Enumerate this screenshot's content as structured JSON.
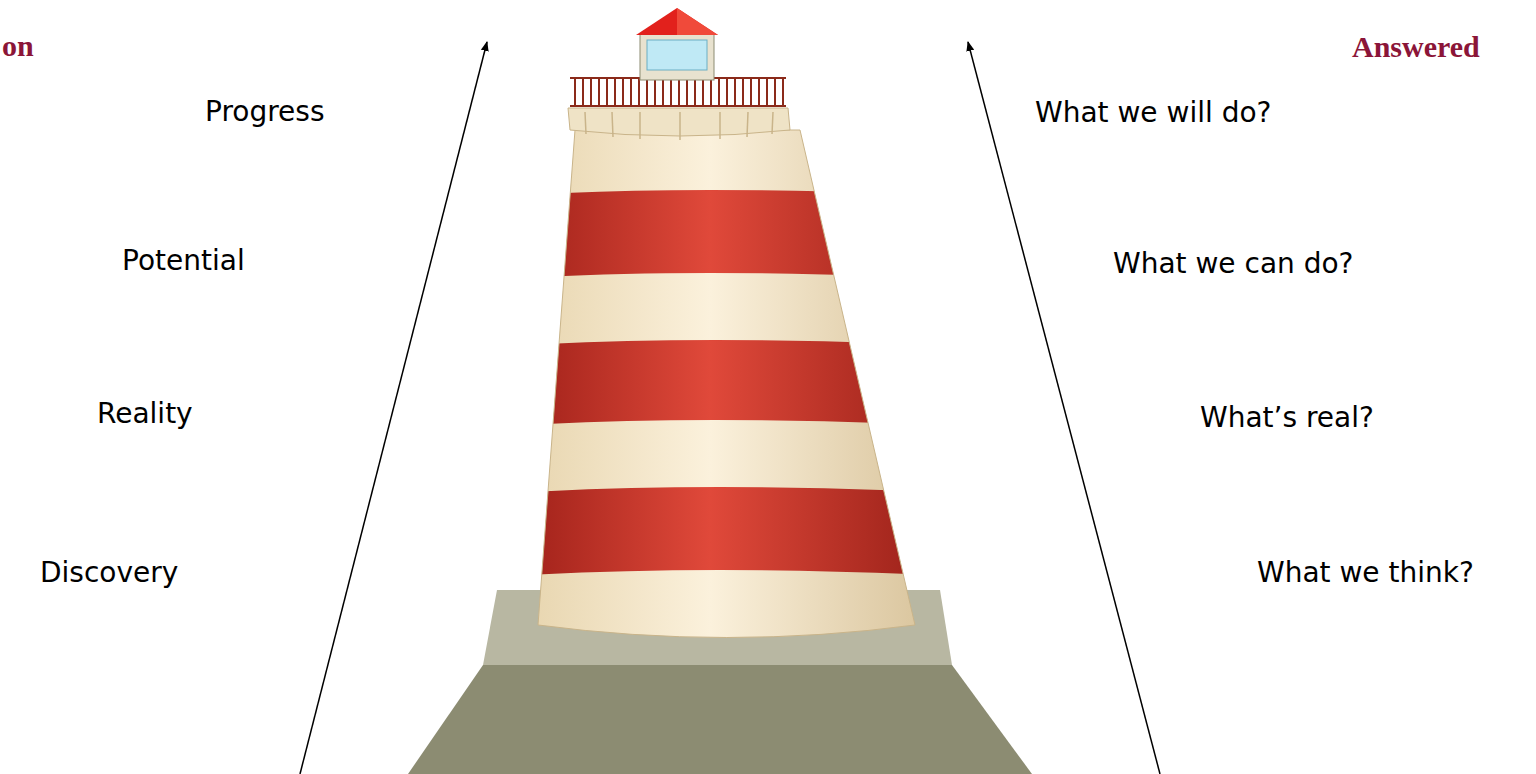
{
  "diagram": {
    "labels": [
      "on",
      "Answered",
      "Progress",
      "What we will do?",
      "Potential",
      "What we can do?",
      "Reality",
      "What’s real?",
      "Discovery",
      "What we think?"
    ]
  }
}
